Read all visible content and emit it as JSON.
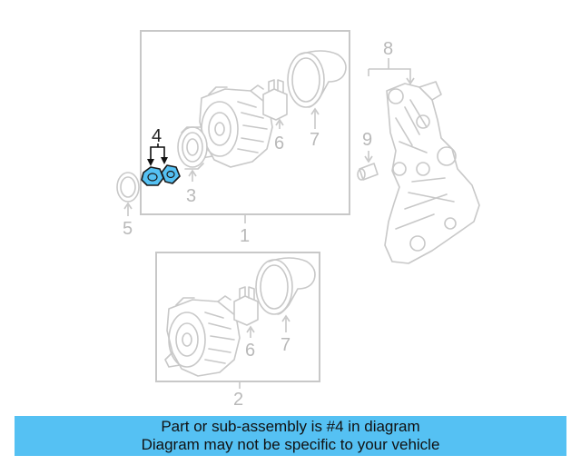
{
  "colors": {
    "highlight_part": "#55c1f3",
    "banner_background": "#55c1f3",
    "line_art": "#c8c8c8",
    "callout_text": "#b9b9b9",
    "highlight_callout": "#222222"
  },
  "callouts": {
    "c1": "1",
    "c2": "2",
    "c3": "3",
    "c4": "4",
    "c5": "5",
    "c6_top": "6",
    "c7_top": "7",
    "c6_bottom": "6",
    "c7_bottom": "7",
    "c8": "8",
    "c9": "9"
  },
  "banner": {
    "line1": "Part or sub-assembly is #4 in diagram",
    "line2": "Diagram may not be specific to your vehicle"
  }
}
